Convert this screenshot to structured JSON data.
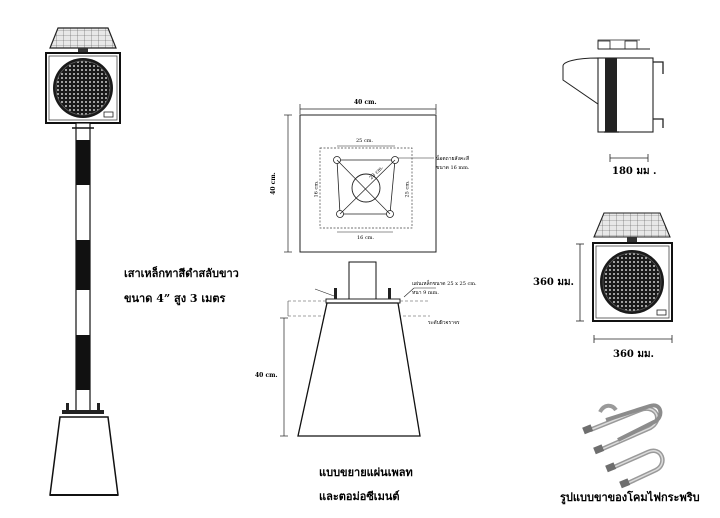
{
  "left_assembly": {
    "pole_caption_line1": "เสาเหล็กทาสีดำสลับขาว",
    "pole_caption_line2": "ขนาด 4” สูง 3 เมตร"
  },
  "base_plan": {
    "outer_width": "40 cm.",
    "outer_height": "40 cm.",
    "bolt_top": "25 cm.",
    "bolt_bottom": "16 cm.",
    "bolt_left": "16 cm.",
    "bolt_right": "25 cm.",
    "bolt_diag": "23 cm.",
    "bolt_note_line1": "น็อตถายสังคะสี",
    "bolt_note_line2": "ขนาด 16 mm."
  },
  "base_section": {
    "plate_note_line1": "แผ่นเหล็กขนาด 25 x 25 cm.",
    "plate_note_line2": "หนา 9 mm.",
    "ground_note": "ระดับผิวจราจร",
    "depth_label": "40 cm.",
    "caption_line1": "แบบขยายแผ่นเพลท",
    "caption_line2": "และตอม่อซีเมนต์"
  },
  "right_views": {
    "side_width": "180 มม .",
    "front_height": "360 มม.",
    "front_width": "360 มม.",
    "ubolt_caption": "รูปแบบขาของโคมไฟกระพริบ"
  }
}
